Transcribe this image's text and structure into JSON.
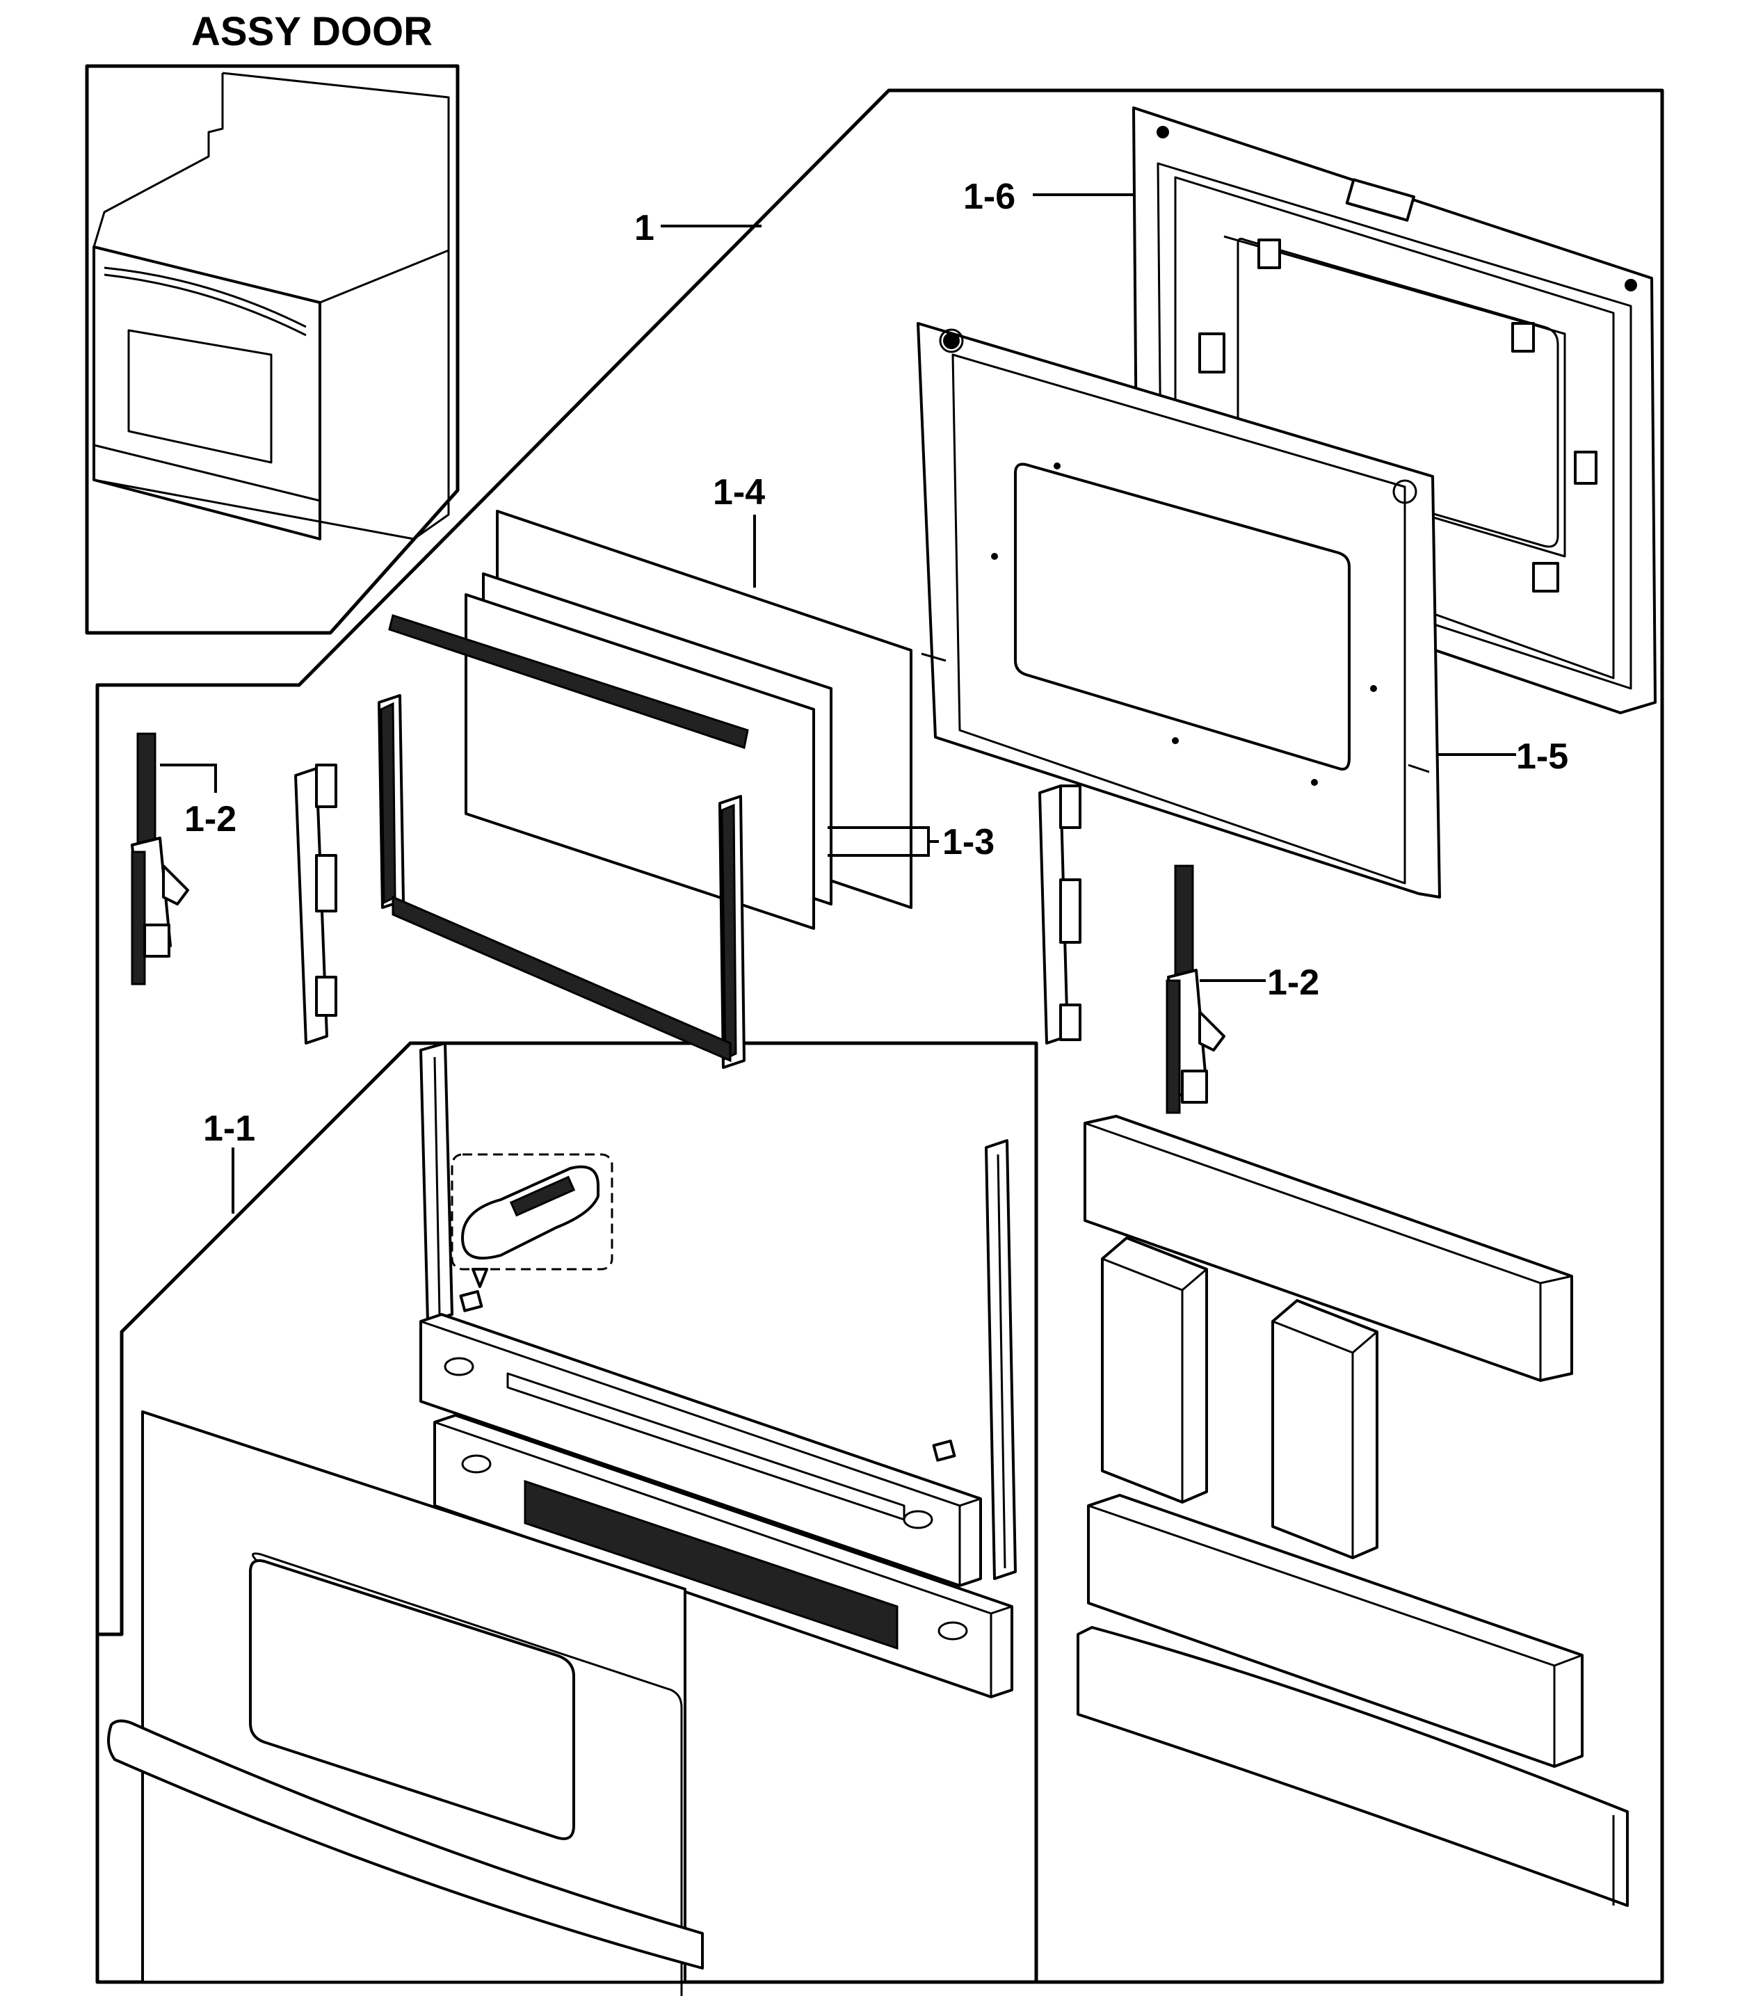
{
  "title": "ASSY DOOR",
  "callouts": {
    "c1": "1",
    "c1_1": "1-1",
    "c1_2a": "1-2",
    "c1_2b": "1-2",
    "c1_3": "1-3",
    "c1_4": "1-4",
    "c1_5": "1-5",
    "c1_6": "1-6"
  }
}
